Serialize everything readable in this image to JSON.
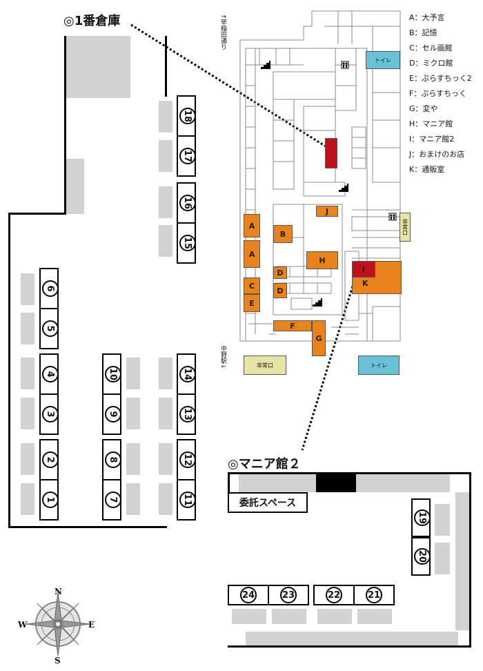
{
  "titles": {
    "warehouse": "◎1番倉庫",
    "mania2": "◎マニア館２"
  },
  "consignment_label": "委託スペース",
  "legend": [
    {
      "key": "A",
      "text": "A：大予言"
    },
    {
      "key": "B",
      "text": "B：記憶"
    },
    {
      "key": "C",
      "text": "C：セル画館"
    },
    {
      "key": "D",
      "text": "D：ミクロ館"
    },
    {
      "key": "E",
      "text": "E：ぷらすちっく2"
    },
    {
      "key": "F",
      "text": "F：ぷらすちっく"
    },
    {
      "key": "G",
      "text": "G：変や"
    },
    {
      "key": "H",
      "text": "H：マニア館"
    },
    {
      "key": "I",
      "text": "I：マニア館2"
    },
    {
      "key": "J",
      "text": "J：おまけのお店"
    },
    {
      "key": "K",
      "text": "K：通販室"
    }
  ],
  "directions": {
    "north": "↑早稲田通り",
    "south": "中野駅↓"
  },
  "floor_labels": {
    "toilet": "トイレ",
    "exit": "非常口",
    "exit_v": "非常口"
  },
  "shop_letters": {
    "A": "A",
    "B": "B",
    "C": "C",
    "D": "D",
    "E": "E",
    "F": "F",
    "G": "G",
    "H": "H",
    "I": "I",
    "J": "J",
    "K": "K"
  },
  "booths": {
    "b1": "1",
    "b2": "2",
    "b3": "3",
    "b4": "4",
    "b5": "5",
    "b6": "6",
    "b7": "7",
    "b8": "8",
    "b9": "9",
    "b10": "10",
    "b11": "11",
    "b12": "12",
    "b13": "13",
    "b14": "14",
    "b15": "15",
    "b16": "16",
    "b17": "17",
    "b18": "18",
    "b19": "19",
    "b20": "20",
    "b21": "21",
    "b22": "22",
    "b23": "23",
    "b24": "24"
  },
  "compass": {
    "N": "N",
    "S": "S",
    "E": "E",
    "W": "W"
  },
  "colors": {
    "shop": "#e8821c",
    "highlight": "#c0121a",
    "toilet": "#6ac1d6",
    "exit": "#e8e4a8",
    "display": "#d2d2d2"
  }
}
